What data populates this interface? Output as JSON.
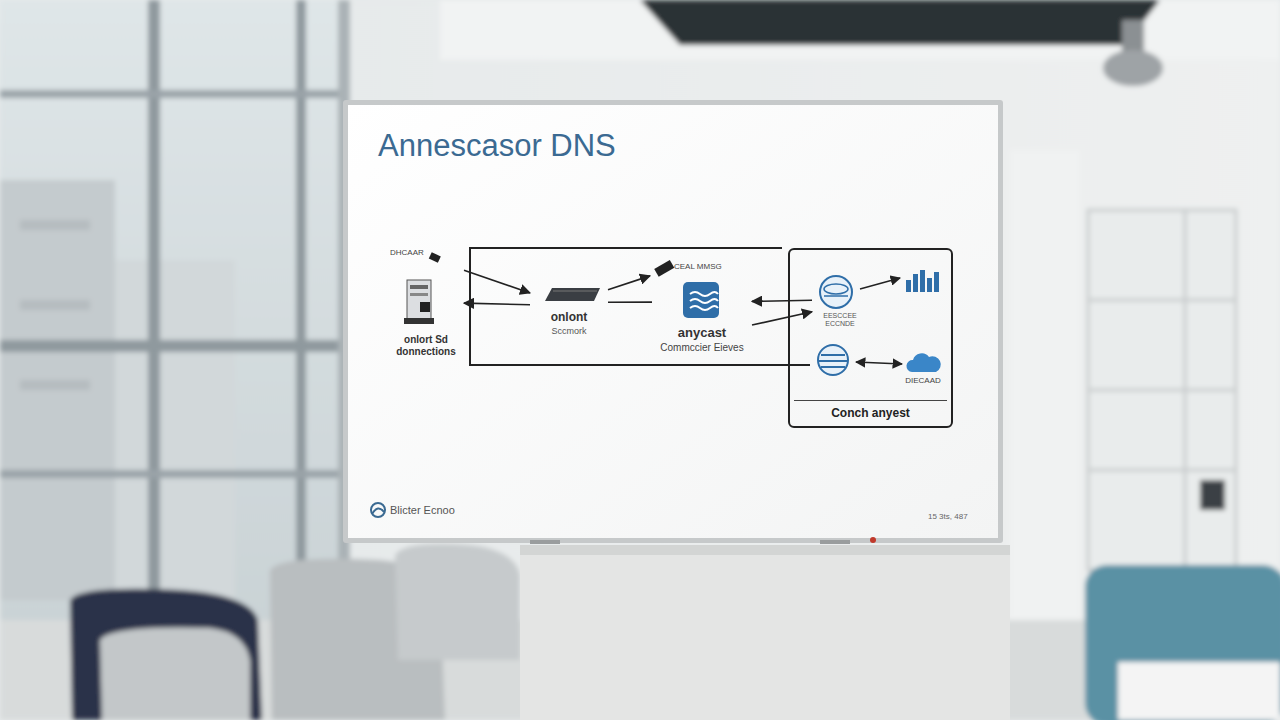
{
  "diagram": {
    "title": "Annescasor DNS",
    "nodes": [
      {
        "text": [
          "DHCAAR",
          "onlort Sd donnections"
        ]
      },
      {
        "text": [
          "onlont",
          "Sccmork"
        ]
      },
      {
        "text": [
          "CEAL MMSG"
        ]
      },
      {
        "text": [
          "anycast",
          "Commccier Eieves"
        ]
      },
      {
        "text": [
          "Conch anyest"
        ]
      },
      {
        "text": [
          "EESCCEE ECCNDE"
        ],
        "in": 4
      },
      {
        "text": [
          "DIECAAD"
        ],
        "in": 4
      }
    ],
    "edges": [
      {
        "from": 0,
        "to": 1,
        "arrow": "to"
      },
      {
        "from": 1,
        "to": 0,
        "arrow": "to"
      },
      {
        "from": 1,
        "to": 2,
        "arrow": "to"
      },
      {
        "from": 1,
        "to": 3,
        "arrow": "none"
      },
      {
        "from": 5,
        "to": 3,
        "arrow": "to"
      },
      {
        "from": 3,
        "to": 5,
        "arrow": "to"
      }
    ],
    "labels": [
      "Blicter Ecnoo",
      "15 3ts, 487"
    ]
  }
}
